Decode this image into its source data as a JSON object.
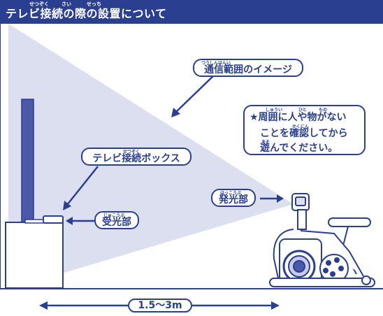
{
  "header": {
    "title": "テレビ接続の際の設置について",
    "ruby": [
      "せつぞく",
      "さい",
      "せっち"
    ]
  },
  "callouts": {
    "range": {
      "label": "通信範囲のイメージ",
      "ruby": "つうしんはんい"
    },
    "box": {
      "label": "テレビ接続ボックス",
      "ruby": "せつぞく"
    },
    "receiver": {
      "label": "受光部",
      "ruby": "じゅこうぶ"
    },
    "emitter": {
      "label": "発光部",
      "ruby": "はっこうぶ"
    }
  },
  "note": {
    "lines": [
      "★周囲に人や物がない",
      "ことを確認してから",
      "遊んでください。"
    ],
    "ruby": [
      "しゅうい",
      "ひと",
      "もの",
      "かくにん",
      "あそ"
    ]
  },
  "distance": {
    "label": "1.5～3m"
  },
  "colors": {
    "accent": "#2a3f8f",
    "range_fill": "#dcdff0",
    "wall_fill": "#e8eaf6"
  }
}
